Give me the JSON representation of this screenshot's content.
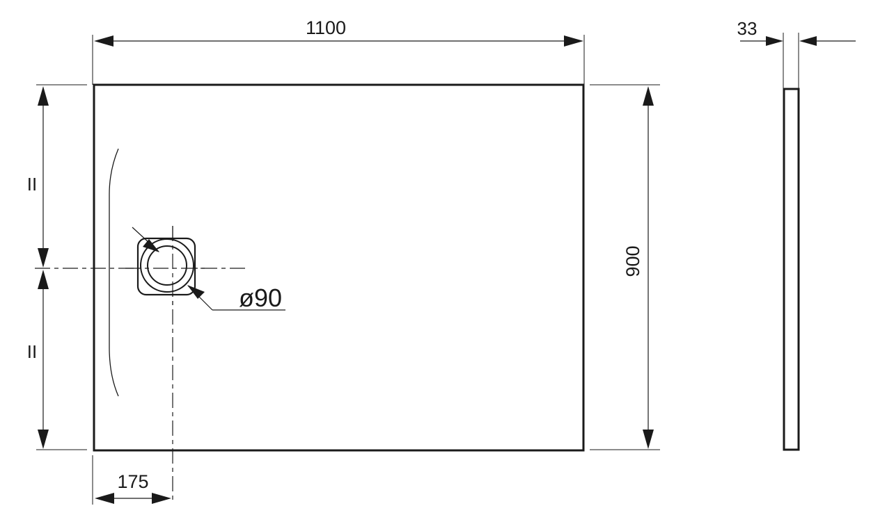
{
  "drawing": {
    "type": "shower tray technical drawing",
    "dimensions": {
      "width": "1100",
      "depth": "900",
      "thickness": "33",
      "drain_offset": "175",
      "drain_diameter": "ø90",
      "equal_mark_top": "II",
      "equal_mark_bottom": "II"
    },
    "colors": {
      "line": "#1a1a1a",
      "background": "#ffffff"
    }
  }
}
